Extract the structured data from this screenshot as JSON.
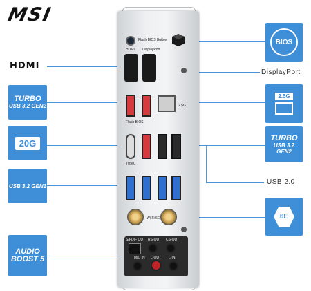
{
  "brand": {
    "logo": "MSI"
  },
  "left_labels": {
    "hdmi_logo": "HDMI",
    "turbo_gen2": {
      "line1": "TURBO",
      "line2": "USB 3.2 GEN2"
    },
    "usb_20g": {
      "line1": "20G"
    },
    "usb_gen1": {
      "line1": "USB 3.2 GEN1"
    },
    "audio": {
      "line1": "AUDIO",
      "line2": "BOOST 5"
    }
  },
  "right_labels": {
    "bios": "BIOS",
    "displayport": "DisplayPort",
    "lan": "2.5G",
    "turbo_gen2": {
      "line1": "TURBO",
      "line2": "USB 3.2 GEN2"
    },
    "usb20": "USB 2.0",
    "wifi": "6E"
  },
  "io_plate": {
    "flash_bios_button": "Flash BIOS Button",
    "hdmi_label": "HDMI",
    "displayport_label": "DisplayPort",
    "lan_label": "2.5G",
    "flash_bios_port": "Flash BIOS",
    "typec_label": "TypeC",
    "antenna_label": "Wi-Fi 6E",
    "spdif": "S/PDIF OUT",
    "rs_out": "RS-OUT",
    "cs_out": "CS-OUT",
    "mic_in": "MIC IN",
    "l_out": "L-OUT",
    "l_in": "L-IN"
  },
  "colors": {
    "accent": "#3f8fd8",
    "usb_red": "#d63a3f",
    "usb_blue": "#2f6fd0"
  }
}
